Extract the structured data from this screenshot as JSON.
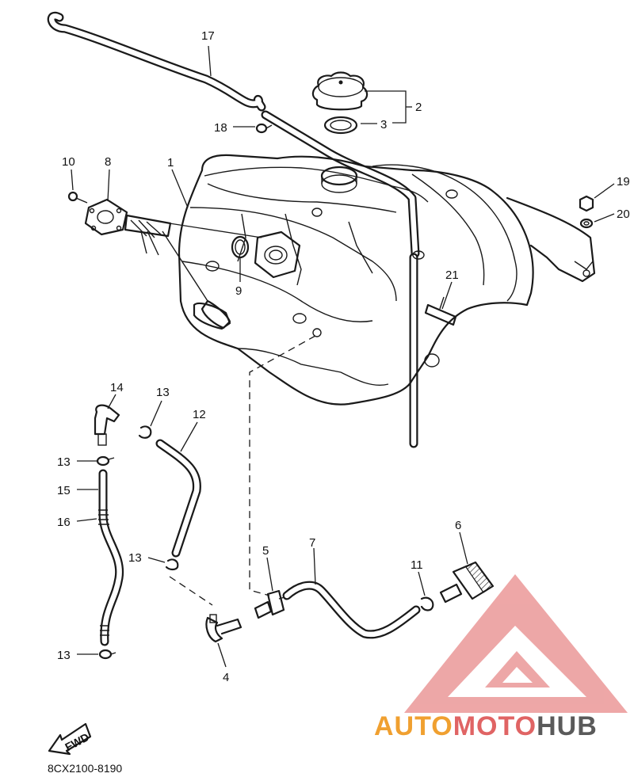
{
  "diagram": {
    "callouts": [
      {
        "id": "c1",
        "label": "1"
      },
      {
        "id": "c2",
        "label": "2"
      },
      {
        "id": "c3",
        "label": "3"
      },
      {
        "id": "c4",
        "label": "4"
      },
      {
        "id": "c5",
        "label": "5"
      },
      {
        "id": "c6",
        "label": "6"
      },
      {
        "id": "c7",
        "label": "7"
      },
      {
        "id": "c8",
        "label": "8"
      },
      {
        "id": "c9",
        "label": "9"
      },
      {
        "id": "c10",
        "label": "10"
      },
      {
        "id": "c11",
        "label": "11"
      },
      {
        "id": "c12",
        "label": "12"
      },
      {
        "id": "c13a",
        "label": "13"
      },
      {
        "id": "c13b",
        "label": "13"
      },
      {
        "id": "c13c",
        "label": "13"
      },
      {
        "id": "c13d",
        "label": "13"
      },
      {
        "id": "c14",
        "label": "14"
      },
      {
        "id": "c15",
        "label": "15"
      },
      {
        "id": "c16",
        "label": "16"
      },
      {
        "id": "c17",
        "label": "17"
      },
      {
        "id": "c18",
        "label": "18"
      },
      {
        "id": "c19",
        "label": "19"
      },
      {
        "id": "c20",
        "label": "20"
      },
      {
        "id": "c21",
        "label": "21"
      }
    ],
    "fwd_label": "FWD",
    "drawing_code": "8CX2100-8190"
  },
  "watermark": {
    "part_auto": "AUTO",
    "part_moto": "MOTO",
    "part_hub": "HUB",
    "colors": {
      "auto": "#f0a030",
      "moto": "#e06464",
      "hub": "#5a5a5a"
    }
  }
}
